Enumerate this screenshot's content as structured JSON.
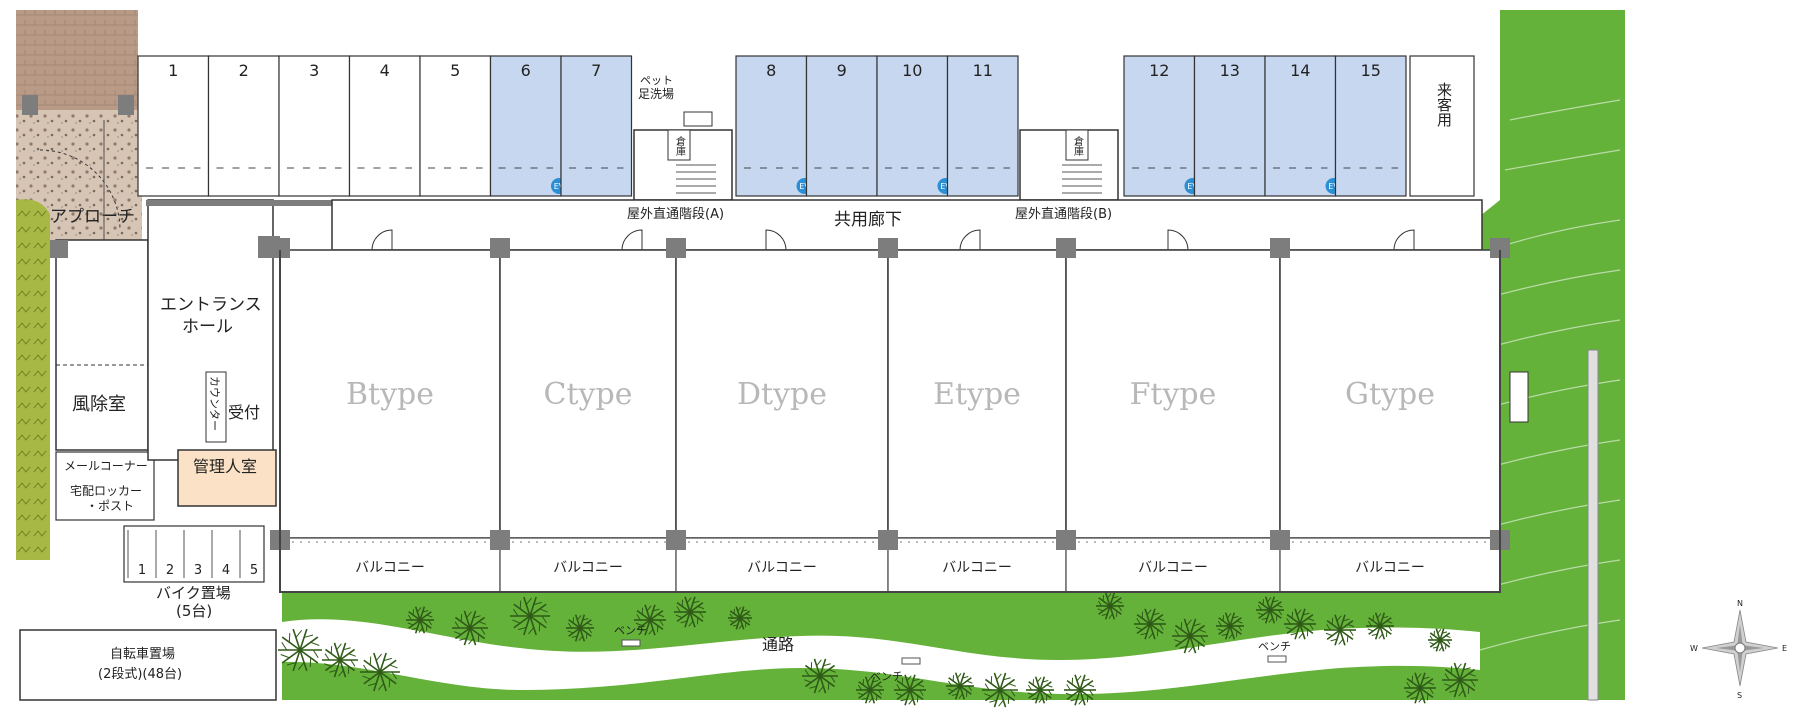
{
  "colors": {
    "grass": "#64b23a",
    "paving": "#d8cbbd",
    "wall": "#7d7d7d",
    "blue_parking": "#c6d7ef",
    "office": "#fbe2c6",
    "green_hedge": "#a3b53e"
  },
  "parking": {
    "spaces": [
      "1",
      "2",
      "3",
      "4",
      "5",
      "6",
      "7",
      "8",
      "9",
      "10",
      "11",
      "12",
      "13",
      "14",
      "15"
    ],
    "visitor": "来客用",
    "ev_label": "EV",
    "ev_spaces": [
      "6",
      "8",
      "10",
      "12",
      "14"
    ]
  },
  "labels": {
    "approach": "アプローチ",
    "entrance_hall_1": "エントランス",
    "entrance_hall_2": "ホール",
    "ev": "EV",
    "windbreak": "風除室",
    "counter": "カウンター",
    "reception": "受付",
    "manager": "管理人室",
    "mail": "メールコーナー",
    "locker_1": "宅配ロッカー",
    "locker_2": "・ポスト",
    "pet_1": "ペット",
    "pet_2": "足洗場",
    "storage_a": "倉庫",
    "storage_b": "倉庫",
    "stairs_a": "屋外直通階段(A)",
    "stairs_b": "屋外直通階段(B)",
    "corridor": "共用廊下",
    "bike_1": "バイク置場",
    "bike_2": "(5台)",
    "bike_slots": [
      "1",
      "2",
      "3",
      "4",
      "5"
    ],
    "bicycle_1": "自転車置場",
    "bicycle_2": "(2段式)(48台)",
    "path": "通路",
    "bench": "ベンチ",
    "compass": {
      "n": "N",
      "s": "S",
      "e": "E",
      "w": "W"
    }
  },
  "units": [
    {
      "type": "Btype",
      "balcony": "バルコニー"
    },
    {
      "type": "Ctype",
      "balcony": "バルコニー"
    },
    {
      "type": "Dtype",
      "balcony": "バルコニー"
    },
    {
      "type": "Etype",
      "balcony": "バルコニー"
    },
    {
      "type": "Ftype",
      "balcony": "バルコニー"
    },
    {
      "type": "Gtype",
      "balcony": "バルコニー"
    }
  ]
}
